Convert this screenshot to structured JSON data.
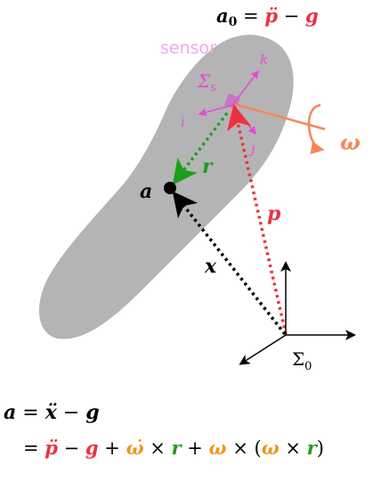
{
  "colors": {
    "body_fill": "#b4b4b4",
    "red": "#ee3040",
    "green": "#1aa01a",
    "orange": "#f0961e",
    "omega_orange": "#f5875a",
    "magenta": "#e84ad8",
    "sensor_pink": "#f2a8ee",
    "black": "#000000"
  },
  "labels": {
    "top_formula": {
      "lhs": "a",
      "lhs_sub": "0",
      "eq": " = ",
      "p_dd": "p̈",
      "minus": " − ",
      "g": "g"
    },
    "sensor": "sensor",
    "sigma_s": {
      "sym": "Σ",
      "sub": "s"
    },
    "axis_i": "i",
    "axis_j": "j",
    "axis_k": "k",
    "omega": "ω",
    "r": "r",
    "a": "a",
    "p": "p",
    "x": "x",
    "sigma_0": {
      "sym": "Σ",
      "sub": "0"
    }
  },
  "equation": {
    "line1": {
      "lhs": "a",
      "eq": " = ",
      "x_dd": "ẍ",
      "minus": " − ",
      "g": "g"
    },
    "line2": {
      "eq": "= ",
      "p_dd": "p̈",
      "minus": " − ",
      "g": "g",
      "plus1": " + ",
      "omega_dot": "ω̇",
      "times1": " × ",
      "r1": "r",
      "plus2": " + ",
      "omega1": "ω",
      "times2": " × (",
      "omega2": "ω",
      "times3": " × ",
      "r2": "r",
      "close": ")"
    }
  }
}
